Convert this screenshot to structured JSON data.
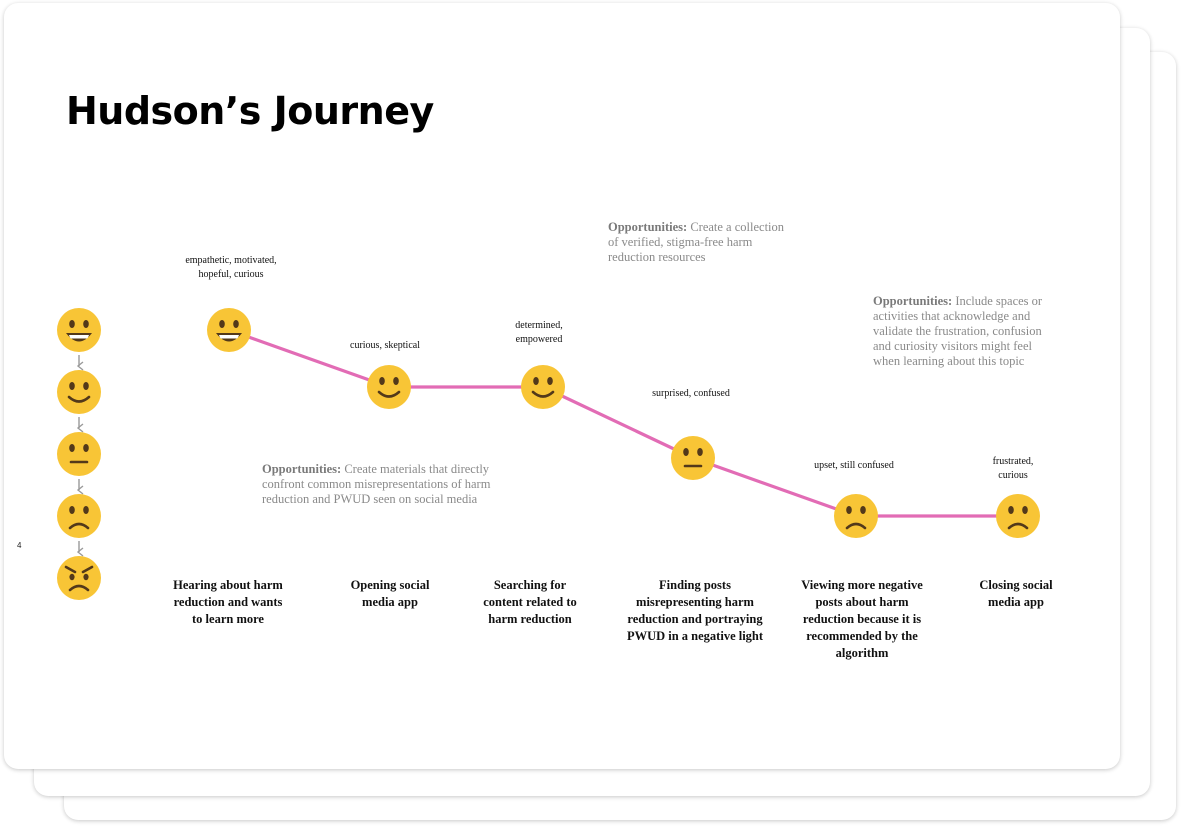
{
  "title": "Hudson’s Journey",
  "page_number": "4",
  "colors": {
    "journey_line": "#e26cb5",
    "emoji_face": "#f8c536",
    "emoji_features": "#53391a",
    "arrow": "#9a9a9a",
    "opportunity_text": "#8a8a8a"
  },
  "emotion_scale": [
    {
      "icon": "big-grin-icon",
      "expression": "grin"
    },
    {
      "icon": "smile-icon",
      "expression": "smile"
    },
    {
      "icon": "neutral-face-icon",
      "expression": "neutral"
    },
    {
      "icon": "frown-icon",
      "expression": "frown"
    },
    {
      "icon": "angry-face-icon",
      "expression": "angry"
    }
  ],
  "steps": [
    {
      "label": "Hearing about harm reduction and wants to learn more",
      "feelings": "empathetic, motivated, hopeful, curious",
      "emotion_level": 1,
      "icon": "big-grin-icon"
    },
    {
      "label": "Opening social media app",
      "feelings": "curious, skeptical",
      "emotion_level": 2,
      "icon": "smile-icon"
    },
    {
      "label": "Searching for content related to harm reduction",
      "feelings": "determined, empowered",
      "emotion_level": 2,
      "icon": "smile-icon"
    },
    {
      "label": "Finding posts misrepresenting harm reduction and portraying PWUD in a negative light",
      "feelings": "surprised, confused",
      "emotion_level": 3,
      "icon": "neutral-face-icon"
    },
    {
      "label": "Viewing more negative posts about harm reduction because it is recommended by the algorithm",
      "feelings": "upset, still confused",
      "emotion_level": 4,
      "icon": "frown-icon"
    },
    {
      "label": "Closing social media app",
      "feelings": "frustrated, curious",
      "emotion_level": 4,
      "icon": "frown-icon"
    }
  ],
  "opportunities": [
    {
      "heading": "Opportunities:",
      "text": "Create materials that directly confront common misrepresentations of harm reduction and PWUD seen on social media"
    },
    {
      "heading": "Opportunities:",
      "text": "Create a collection of verified, stigma-free harm reduction resources"
    },
    {
      "heading": "Opportunities:",
      "text": "Include spaces or activities that acknowledge and validate the frustration, confusion and curiosity visitors might feel when learning about this topic"
    }
  ]
}
